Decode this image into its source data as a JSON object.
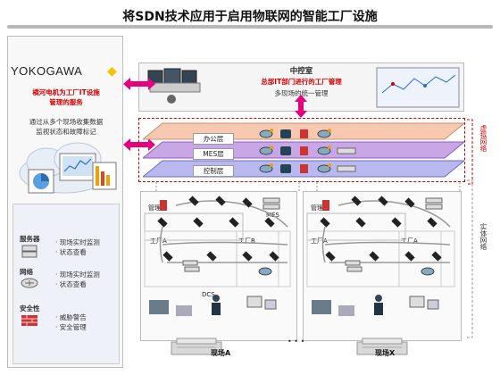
{
  "title": "将SDN技术应用于启用物联网的智能工厂设施",
  "brand": {
    "name": "YOKOGAWA",
    "mark": "◆"
  },
  "left": {
    "service_line1": "横河电机为工厂IT设施",
    "service_line2": "管理的服务",
    "desc_line1": "通过从多个现场收集数据",
    "desc_line2": "监视状态和故障标记"
  },
  "features": [
    {
      "label": "服务器",
      "items": [
        "· 现场实时监测",
        "· 状态查看"
      ]
    },
    {
      "label": "网络",
      "items": [
        "· 现场实时监测",
        "· 状态查看"
      ]
    },
    {
      "label": "安全性",
      "items": [
        "· 威胁警告",
        "· 安全管理"
      ]
    }
  ],
  "control_room": {
    "title": "中控室",
    "red_line": "总部IT部门进行的工厂管理",
    "sub_line": "多现场的统一管理"
  },
  "layers": [
    "办公层",
    "MES层",
    "控制层"
  ],
  "side_labels": {
    "virtual": "虚拟网络",
    "physical": "实体网络"
  },
  "sites": [
    {
      "mgmt": "管理室",
      "mes": "MES",
      "factory1": "工厂A",
      "factory2": "工厂B",
      "dcs": "DCS",
      "name": "现场A"
    },
    {
      "mgmt": "管理室",
      "factory1": "工厂A",
      "factory2": "工厂A",
      "name": "现场X"
    }
  ],
  "ellipsis": "•  •  •",
  "colors": {
    "office": "#f6c9b0",
    "mes": "#c9a7e6",
    "control": "#b9b9f0",
    "accent": "#e6007e",
    "red": "#d40000"
  }
}
